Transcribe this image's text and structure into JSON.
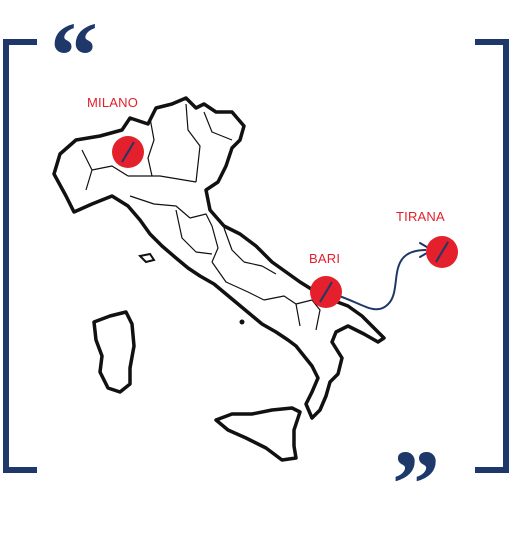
{
  "cities": {
    "milano": {
      "label": "MILANO"
    },
    "bari": {
      "label": "BARI"
    },
    "tirana": {
      "label": "TIRANA"
    }
  },
  "quotes": {
    "open": "“",
    "close": "”"
  },
  "colors": {
    "accent_red": "#e3202b",
    "brand_navy": "#1d3869",
    "outline": "#111111"
  },
  "icons": {
    "location_pin": "red-circle-with-slash",
    "route_arrow": "curved-arrow"
  }
}
